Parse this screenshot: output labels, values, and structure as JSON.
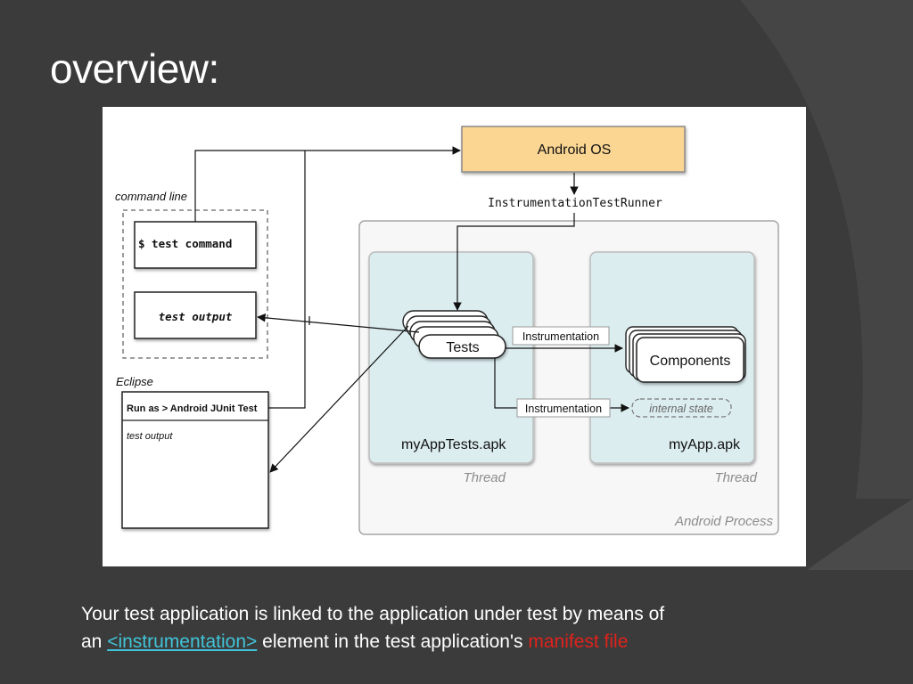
{
  "slide": {
    "title": "overview:"
  },
  "diagram": {
    "android_os": "Android OS",
    "runner": "InstrumentationTestRunner",
    "command_line_label": "command line",
    "test_command": "$ test command",
    "test_output": "test output",
    "eclipse_label": "Eclipse",
    "eclipse_menu": "Run as > Android JUnit Test",
    "eclipse_output": "test output",
    "tests": "Tests",
    "components": "Components",
    "instrumentation_top": "Instrumentation",
    "instrumentation_bottom": "Instrumentation",
    "internal_state": "internal state",
    "tests_apk": "myAppTests.apk",
    "app_apk": "myApp.apk",
    "thread_left": "Thread",
    "thread_right": "Thread",
    "android_process": "Android Process"
  },
  "caption": {
    "line1": "Your test application is linked to the application under test by means of",
    "prefix": "an ",
    "link": "<instrumentation>",
    "middle": " element in the test application's ",
    "highlight": "manifest file"
  },
  "colors": {
    "background": "#3b3b3b",
    "android_os_fill": "#fbd693",
    "thread_fill": "#dcedf0",
    "link": "#40c4d8",
    "highlight": "#e0221b"
  }
}
